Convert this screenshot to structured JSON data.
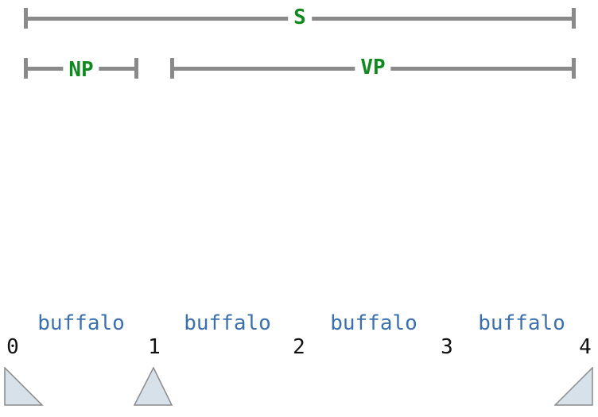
{
  "spans": [
    {
      "id": "s",
      "label": "S"
    },
    {
      "id": "np",
      "label": "NP"
    },
    {
      "id": "vp",
      "label": "VP"
    }
  ],
  "words": [
    "buffalo",
    "buffalo",
    "buffalo",
    "buffalo"
  ],
  "indices": [
    "0",
    "1",
    "2",
    "3",
    "4"
  ],
  "colors": {
    "bracket": "#8a8a8a",
    "label": "#108a20",
    "word": "#3a6fb0",
    "marker_fill": "#d7e1ea",
    "marker_stroke": "#8a8a8a"
  }
}
